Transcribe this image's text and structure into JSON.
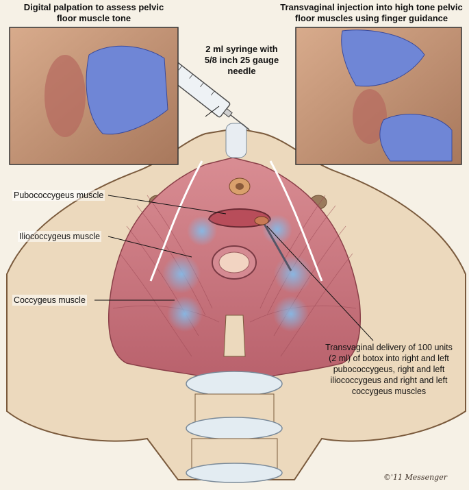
{
  "captions": {
    "left_photo": [
      "Digital palpation to assess pelvic",
      "floor muscle tone"
    ],
    "right_photo": [
      "Transvaginal injection into high tone pelvic",
      "floor muscles using finger guidance"
    ]
  },
  "syringe_label": [
    "2 ml syringe with",
    "5/8 inch 25 gauge",
    "needle"
  ],
  "muscle_labels": {
    "pubococcygeus": "Pubococcygeus muscle",
    "iliococcygeus": "Iliococcygeus muscle",
    "coccygeus": "Coccygeus muscle"
  },
  "delivery_note": [
    "Transvaginal delivery of 100 units",
    "(2 ml) of botox into right and left",
    "pubococcygeus, right and left",
    "iliococcygeus and right and left",
    "coccygeus muscles"
  ],
  "signature": "©'11 Messenger",
  "colors": {
    "bone": "#ecd9bd",
    "muscle": "#c9707a",
    "injection_site": "#86b9e6",
    "glove": "#6f86d6",
    "skin": "#c9987a"
  }
}
